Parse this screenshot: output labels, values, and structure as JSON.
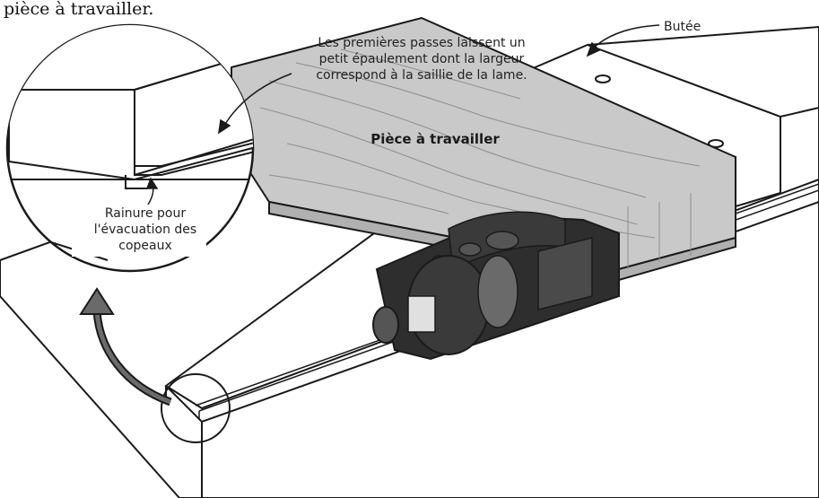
{
  "caption_fragment": "pièce à travailler.",
  "labels": {
    "butee": "Butée",
    "callout_line1": "Les premières passes laissent un",
    "callout_line2": "petit épaulement dont la largeur",
    "callout_line3": "correspond à la saillie de la lame.",
    "workpiece": "Pièce à travailler",
    "groove_line1": "Rainure pour",
    "groove_line2": "l'évacuation des",
    "groove_line3": "copeaux"
  },
  "colors": {
    "outline": "#1a1a1a",
    "wood": "#c9c9c9",
    "wood_grain": "#8e8e8e",
    "plane_body": "#2e2e2e",
    "plane_highlight": "#6a6a6a",
    "board_face": "#ffffff"
  }
}
